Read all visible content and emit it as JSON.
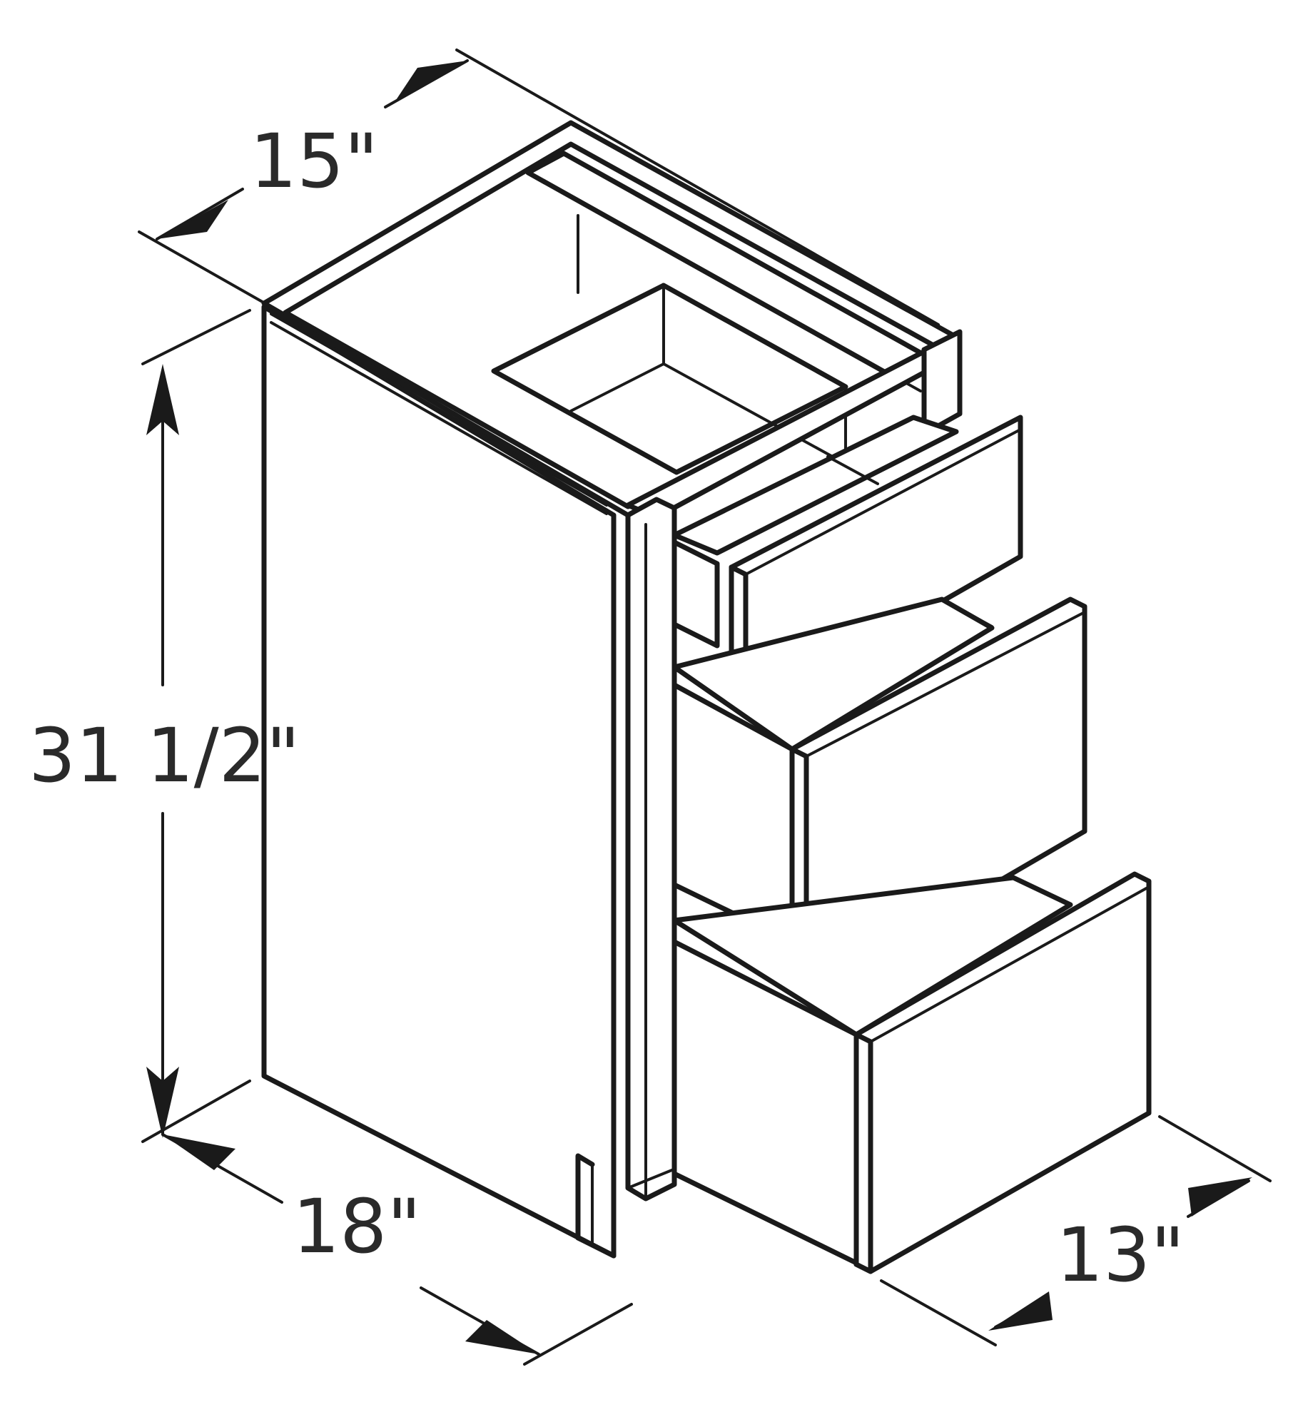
{
  "figure": {
    "subject": "3-drawer base cabinet",
    "line_color": "#1a1a1a",
    "background_color": "#ffffff"
  },
  "dimensions": {
    "top_width": "15\"",
    "height": "31 1/2\"",
    "depth": "18\"",
    "drawer_extension": "13\""
  }
}
